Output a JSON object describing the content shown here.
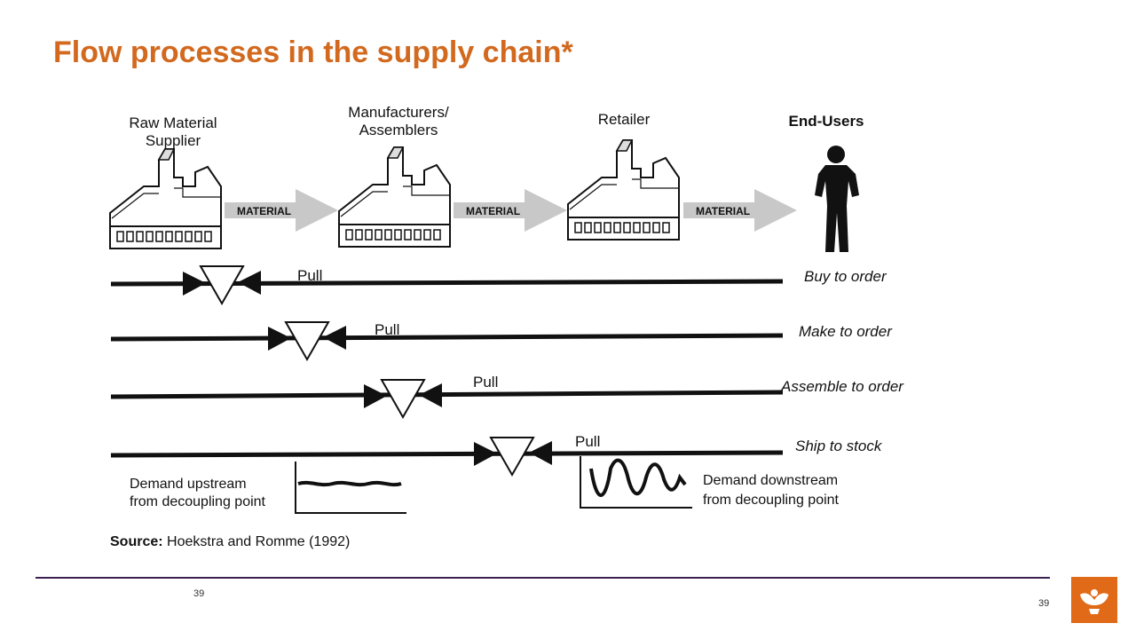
{
  "title": "Flow processes in the supply chain*",
  "stages": {
    "raw_line1": "Raw Material",
    "raw_line2": "Supplier",
    "manuf_line1": "Manufacturers/",
    "manuf_line2": "Assemblers",
    "retailer": "Retailer",
    "end_users": "End-Users"
  },
  "material_label": "MATERIAL",
  "pull_label": "Pull",
  "strategies": [
    "Buy to order",
    "Make to order",
    "Assemble to order",
    "Ship to stock"
  ],
  "demand_upstream": [
    "Demand upstream",
    "from decoupling point"
  ],
  "demand_downstream": [
    "Demand downstream",
    "from decoupling point"
  ],
  "source_label": "Source:",
  "source_text": " Hoekstra and Romme (1992)",
  "page_number_left": "39",
  "page_number_right": "39",
  "colors": {
    "title": "#d2691e",
    "footer_line": "#3b1f4f",
    "logo": "#e06a17",
    "arrow_gray": "#c8c8c8"
  }
}
